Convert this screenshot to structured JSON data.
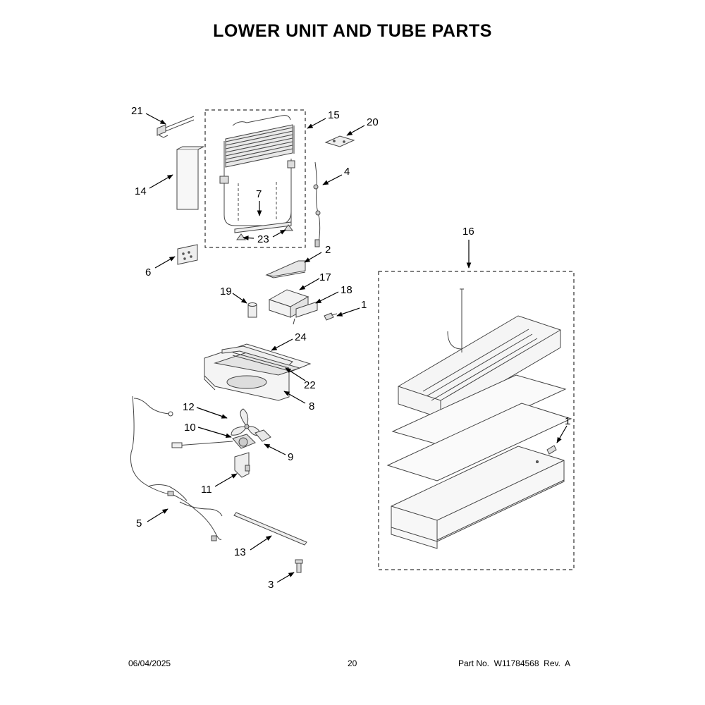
{
  "title": "LOWER UNIT AND TUBE PARTS",
  "callouts": {
    "c1a": "1",
    "c1b": "1",
    "c2": "2",
    "c3": "3",
    "c4": "4",
    "c5": "5",
    "c6": "6",
    "c7": "7",
    "c8": "8",
    "c9": "9",
    "c10": "10",
    "c11": "11",
    "c12": "12",
    "c13": "13",
    "c14": "14",
    "c15": "15",
    "c16": "16",
    "c17": "17",
    "c18": "18",
    "c19": "19",
    "c20": "20",
    "c21": "21",
    "c22": "22",
    "c23": "23",
    "c24": "24"
  },
  "footer": {
    "date": "06/04/2025",
    "page": "20",
    "part": "Part No.  W11784568  Rev.  A"
  }
}
